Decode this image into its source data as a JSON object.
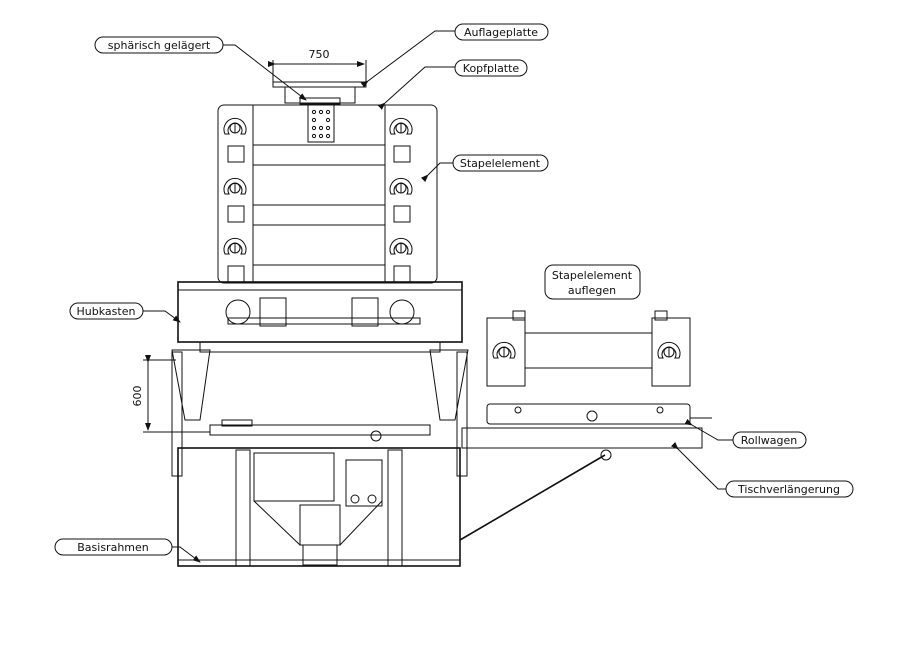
{
  "drawing": {
    "dimensions": {
      "top_width": "750",
      "lift_height": "600"
    },
    "labels": {
      "auflageplatte": "Auflageplatte",
      "spherical": "sphärisch gelägert",
      "kopfplatte": "Kopfplatte",
      "stapelelement": "Stapelelement",
      "stapelelement_auflegen_1": "Stapelelement",
      "stapelelement_auflegen_2": "auflegen",
      "hubkasten": "Hubkasten",
      "rollwagen": "Rollwagen",
      "tischverlaengerung": "Tischverlängerung",
      "basisrahmen": "Basisrahmen"
    },
    "line_color": "#111111",
    "background": "#ffffff"
  }
}
